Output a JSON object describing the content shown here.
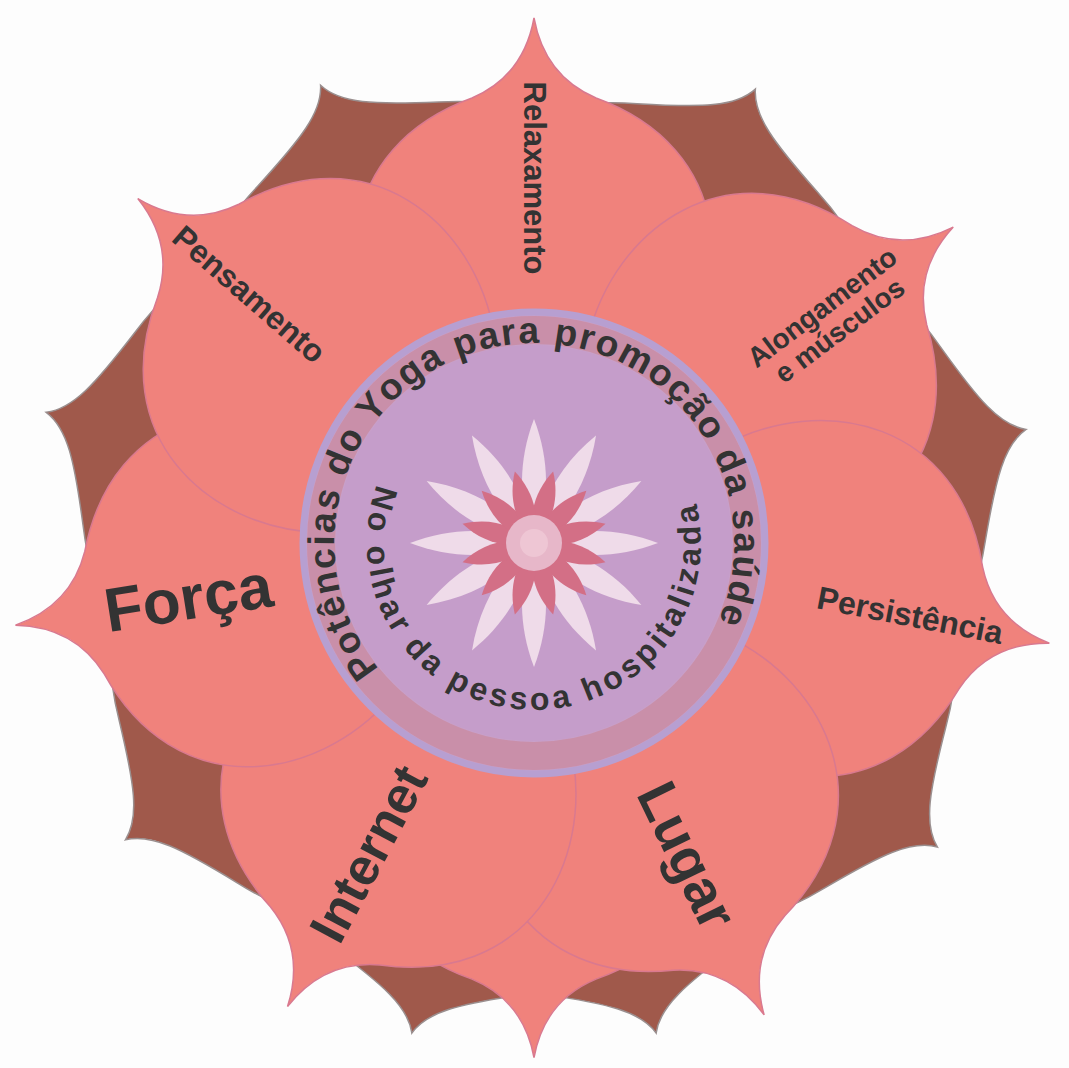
{
  "diagram": {
    "nodes": [
      {
        "text": [
          "Potências do Yoga para promoção da saúde",
          "No olhar da pessoa hospitalizada"
        ]
      },
      {
        "text": [
          "Relaxamento"
        ]
      },
      {
        "text": [
          "Alongamento e músculos"
        ]
      },
      {
        "text": [
          "Persistência"
        ]
      },
      {
        "text": [
          "Lugar"
        ]
      },
      {
        "text": [
          "Internet"
        ]
      },
      {
        "text": [
          "Força"
        ]
      },
      {
        "text": [
          "Pensamento"
        ]
      }
    ]
  }
}
